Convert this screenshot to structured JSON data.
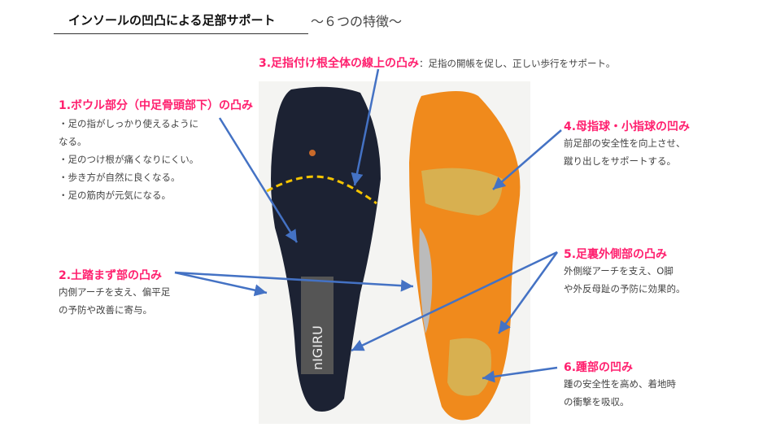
{
  "header": {
    "title": "インソールの凹凸による足部サポート",
    "subtitle": "～６つの特徴～"
  },
  "features": [
    {
      "heading": "1.ボウル部分（中足骨頭部下）の凸み",
      "body": "・足の指がしっかり使えるように\nなる。\n・足のつけ根が痛くなりにくい。\n・歩き方が自然に良くなる。\n・足の筋肉が元気になる。"
    },
    {
      "heading": "2.土踏まず部の凸み",
      "body": "内側アーチを支え、偏平足\nの予防や改善に寄与。"
    },
    {
      "heading": "3.足指付け根全体の線上の凸み",
      "body": "：足指の開帳を促し、正しい歩行をサポート。"
    },
    {
      "heading": "4.母指球・小指球の凹み",
      "body": "前足部の安全性を向上させ、\n蹴り出しをサポートする。"
    },
    {
      "heading": "5.足裏外側部の凸み",
      "body": "外側縦アーチを支え、O脚\nや外反母趾の予防に効果的。"
    },
    {
      "heading": "6.踵部の凹み",
      "body": "踵の安全性を高め、着地時\nの衝撃を吸収。"
    }
  ],
  "photo": {
    "brand_label": "nIGIRU"
  },
  "colors": {
    "accent": "#ff1f6e",
    "arrow": "#4472c4",
    "insole_top": "#1c2233",
    "insole_bottom": "#f08a1c"
  }
}
